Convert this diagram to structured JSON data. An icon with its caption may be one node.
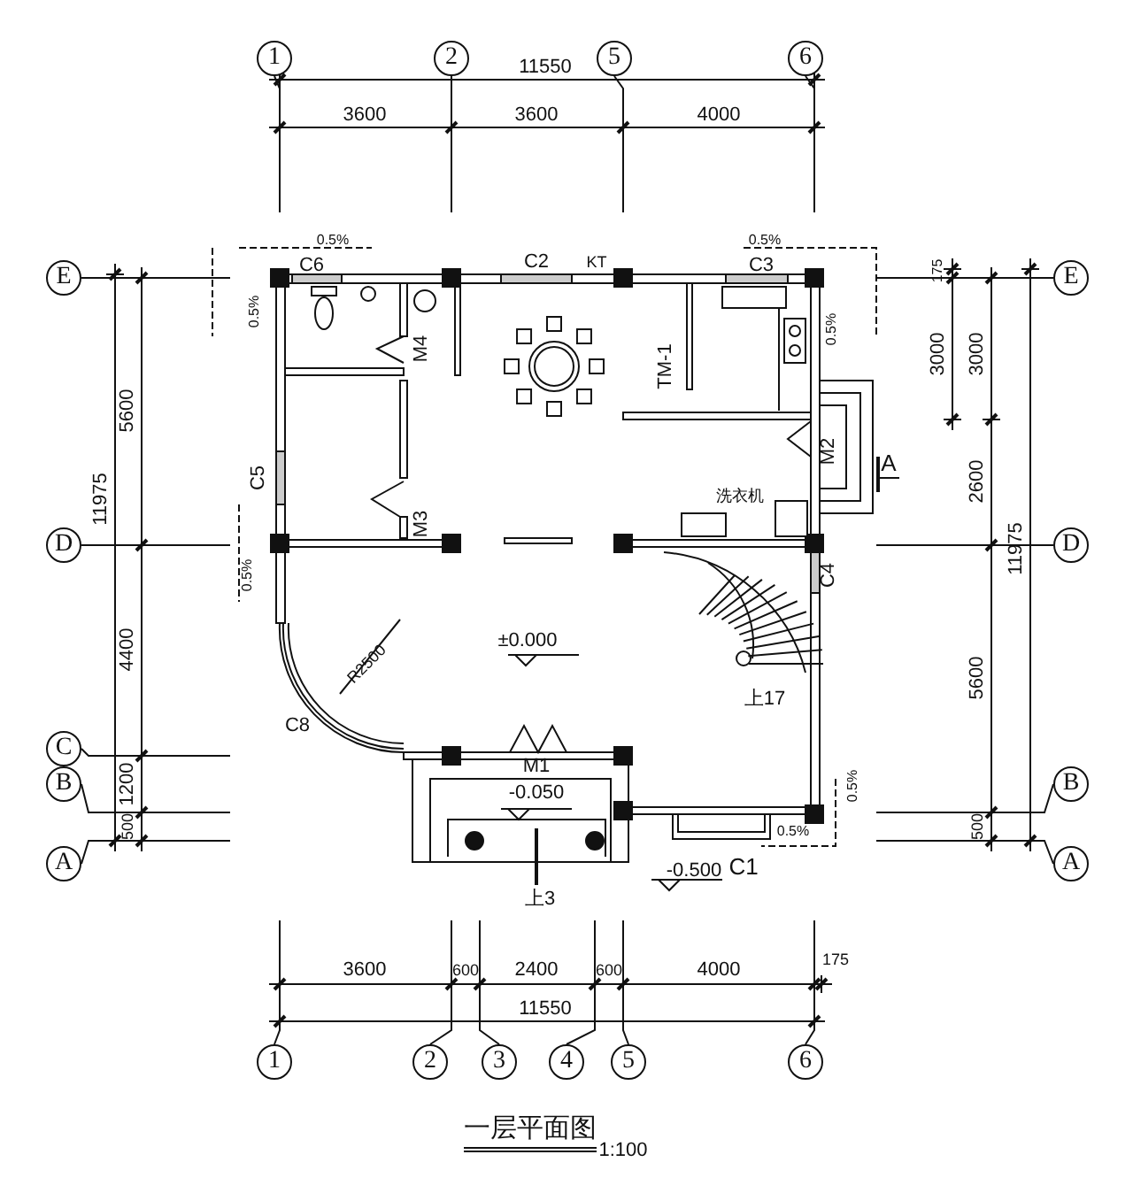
{
  "diagram": {
    "title": "一层平面图",
    "nodes": [
      {
        "text": [
          "1"
        ]
      },
      {
        "text": [
          "2"
        ]
      },
      {
        "text": [
          "5"
        ]
      },
      {
        "text": [
          "6"
        ]
      },
      {
        "text": [
          "E"
        ]
      },
      {
        "text": [
          "E"
        ]
      },
      {
        "text": [
          "D"
        ]
      },
      {
        "text": [
          "D"
        ]
      },
      {
        "text": [
          "C"
        ]
      },
      {
        "text": [
          "B"
        ]
      },
      {
        "text": [
          "B"
        ]
      },
      {
        "text": [
          "A"
        ]
      },
      {
        "text": [
          "A"
        ]
      },
      {
        "text": [
          "1"
        ]
      },
      {
        "text": [
          "2"
        ]
      },
      {
        "text": [
          "3"
        ]
      },
      {
        "text": [
          "4"
        ]
      },
      {
        "text": [
          "5"
        ]
      },
      {
        "text": [
          "6"
        ]
      }
    ],
    "labels": [
      "11550",
      "3600",
      "3600",
      "4000",
      "0.5%",
      "C6",
      "C2",
      "KT",
      "0.5%",
      "C3",
      "0.5%",
      "0.5%",
      "M4",
      "TM-1",
      "M2",
      "A",
      "C5",
      "M3",
      "洗衣机",
      "0.5%",
      "C4",
      "±0.000",
      "R2500",
      "C8",
      "上17",
      "M1",
      "-0.050",
      "0.5%",
      "0.5%",
      "-0.500",
      "C1",
      "上3",
      "11975",
      "5600",
      "4400",
      "1200",
      "500",
      "175",
      "3000",
      "3000",
      "2600",
      "5600",
      "11975",
      "500",
      "3600",
      "600",
      "2400",
      "600",
      "4000",
      "175",
      "11550",
      "1:100"
    ]
  }
}
